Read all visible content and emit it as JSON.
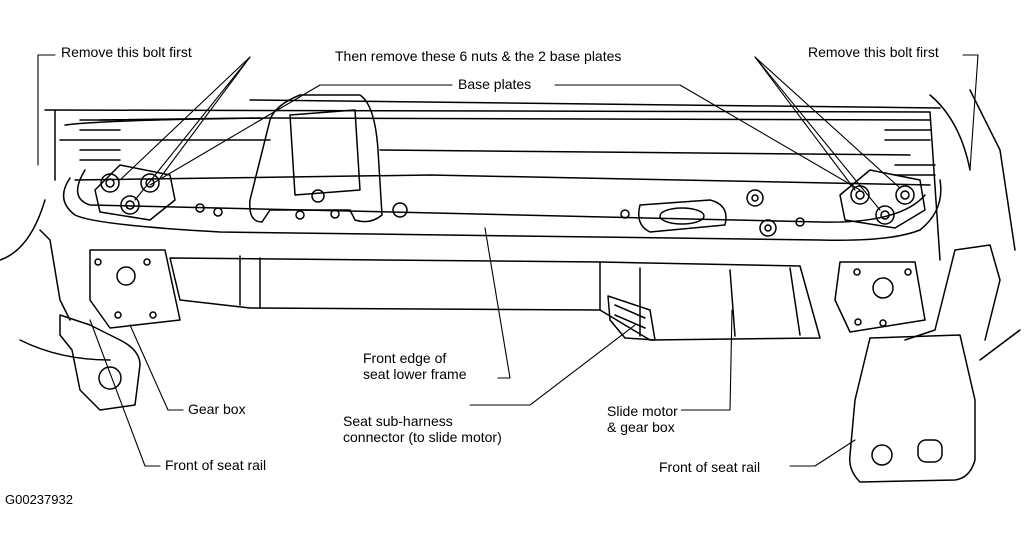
{
  "labels": {
    "remove_bolt_left": "Remove this bolt first",
    "remove_nuts": "Then remove these 6 nuts & the 2 base plates",
    "remove_bolt_right": "Remove this bolt first",
    "base_plates": "Base plates",
    "front_edge": "Front edge of\nseat lower frame",
    "gear_box": "Gear box",
    "sub_harness": "Seat sub-harness\nconnector (to slide motor)",
    "slide_motor": "Slide motor\n& gear box",
    "front_rail_left": "Front of seat rail",
    "front_rail_right": "Front of seat rail"
  },
  "figure_id": "G00237932",
  "colors": {
    "ink": "#000000",
    "paper": "#ffffff"
  }
}
